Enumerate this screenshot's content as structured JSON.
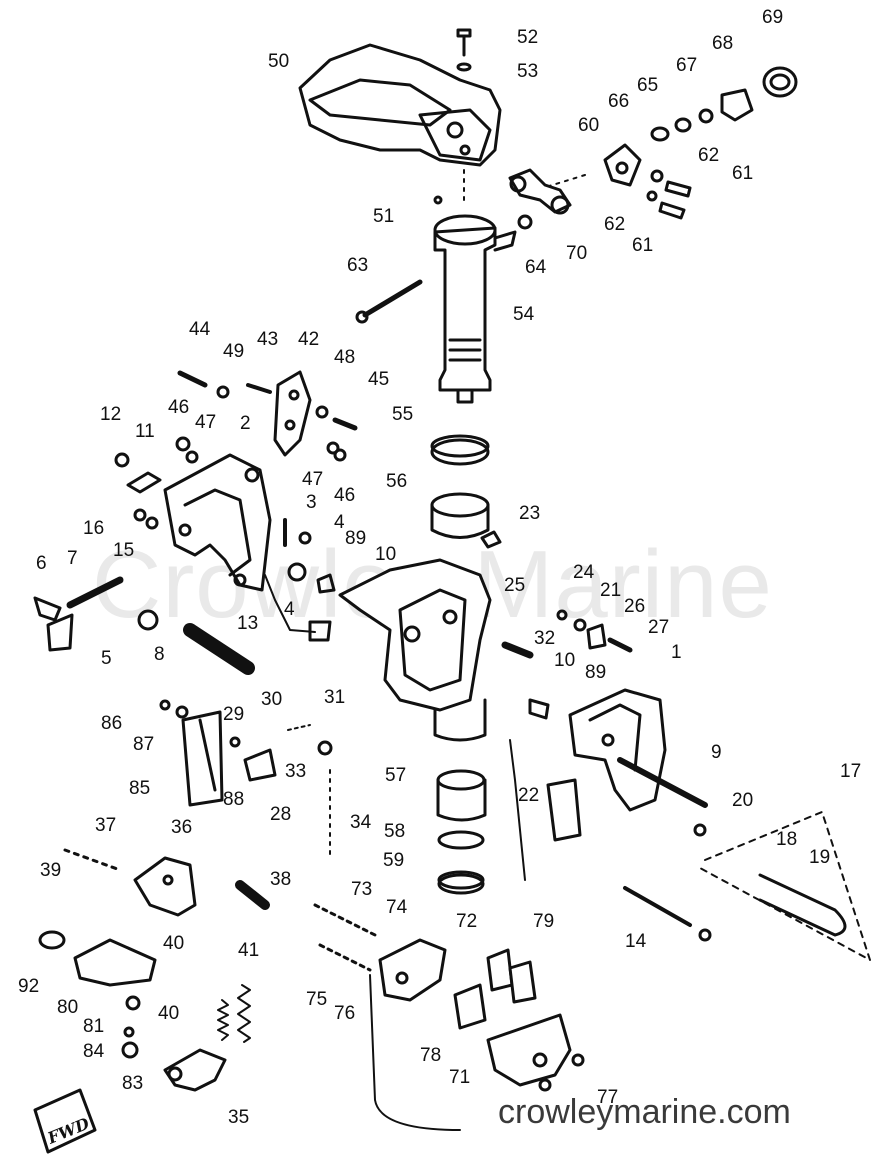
{
  "watermark_text": "Crowley Marine",
  "site_url": "crowleymarine.com",
  "fwd_label": "FWD",
  "ink_color": "#111111",
  "callouts": [
    "52",
    "53",
    "50",
    "69",
    "68",
    "67",
    "65",
    "66",
    "60",
    "62",
    "61",
    "51",
    "64",
    "70",
    "62",
    "61",
    "63",
    "54",
    "44",
    "49",
    "43",
    "42",
    "48",
    "45",
    "55",
    "12",
    "46",
    "47",
    "2",
    "11",
    "47",
    "46",
    "3",
    "4",
    "56",
    "23",
    "16",
    "89",
    "15",
    "6",
    "7",
    "10",
    "24",
    "25",
    "21",
    "26",
    "27",
    "4",
    "13",
    "32",
    "10",
    "1",
    "5",
    "8",
    "89",
    "30",
    "31",
    "29",
    "86",
    "87",
    "33",
    "57",
    "9",
    "17",
    "85",
    "88",
    "28",
    "22",
    "20",
    "37",
    "36",
    "34",
    "58",
    "18",
    "19",
    "39",
    "59",
    "38",
    "73",
    "74",
    "72",
    "79",
    "14",
    "40",
    "41",
    "92",
    "80",
    "81",
    "40",
    "75",
    "76",
    "84",
    "78",
    "71",
    "83",
    "35",
    "77"
  ]
}
